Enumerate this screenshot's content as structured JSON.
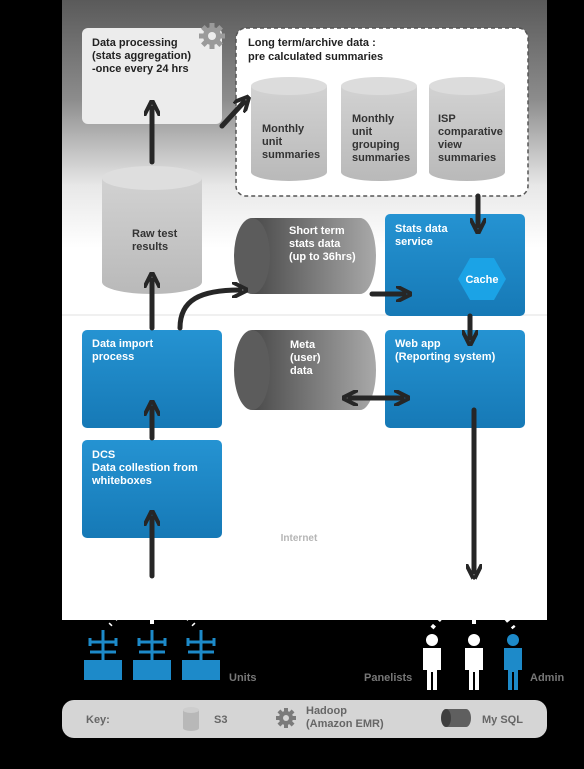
{
  "colors": {
    "blue": "#1d8ac9",
    "blue_dark": "#1677b3",
    "light_box": "#ececec",
    "cylinder_light": "#c8c8c8",
    "cylinder_dark": "#6a6a6a",
    "arrow": "#262626",
    "background": "#000000"
  },
  "boxes": {
    "data_processing": [
      "Data processing",
      "(stats aggregation)",
      "-once every 24 hrs"
    ],
    "archive_title": [
      "Long term/archive data :",
      "pre calculated summaries"
    ],
    "stats_service": [
      "Stats data",
      "service"
    ],
    "cache": "Cache",
    "data_import": [
      "Data import",
      "process"
    ],
    "web_app": [
      "Web app",
      "(Reporting system)"
    ],
    "dcs": [
      "DCS",
      "Data collestion from",
      "whiteboxes"
    ]
  },
  "cylinders": {
    "raw": [
      "Raw test",
      "results"
    ],
    "monthly_unit": [
      "Monthly",
      "unit",
      "summaries"
    ],
    "monthly_grouping": [
      "Monthly",
      "unit",
      "grouping",
      "summaries"
    ],
    "isp": [
      "ISP",
      "comparative",
      "view",
      "summaries"
    ],
    "short_term": [
      "Short term",
      "stats data",
      "(up to 36hrs)"
    ],
    "meta": [
      "Meta",
      "(user)",
      "data"
    ]
  },
  "labels": {
    "internet": "Internet",
    "units": "Units",
    "panelists": "Panelists",
    "admin": "Admin"
  },
  "key": {
    "title": "Key:",
    "s3": "S3",
    "hadoop": [
      "Hadoop",
      "(Amazon EMR)"
    ],
    "mysql": "My SQL"
  },
  "icons": [
    "gear-icon",
    "router-icon",
    "person-icon",
    "s3-cylinder-icon",
    "mysql-cylinder-icon"
  ]
}
